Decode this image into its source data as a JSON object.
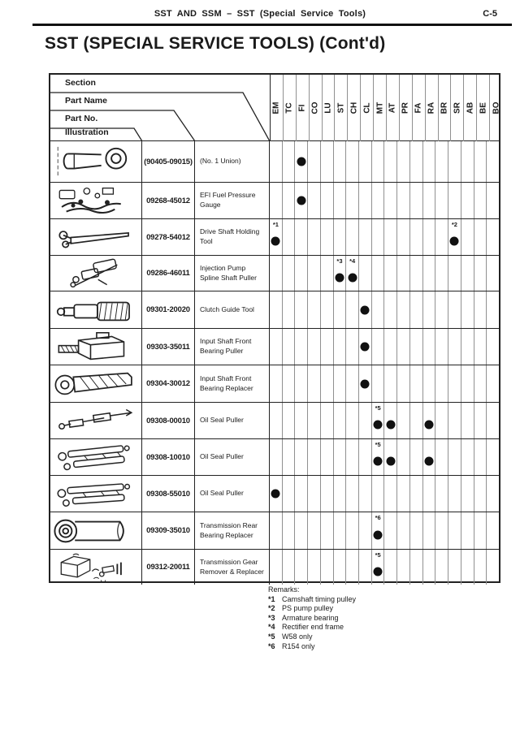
{
  "page_header": {
    "breadcrumb": "SST AND SSM – SST (Special Service Tools)",
    "page_number": "C-5"
  },
  "title": "SST (SPECIAL SERVICE TOOLS) (Cont'd)",
  "table": {
    "corner_labels": [
      "Section",
      "Part Name",
      "Part No.",
      "Illustration"
    ],
    "section_columns": [
      "EM",
      "TC",
      "FI",
      "CO",
      "LU",
      "ST",
      "CH",
      "CL",
      "MT",
      "AT",
      "PR",
      "FA",
      "RA",
      "BR",
      "SR",
      "AB",
      "BE",
      "BO"
    ],
    "rows": [
      {
        "part_no": "(90405-09015)",
        "part_name": "(No. 1 Union)",
        "illustration": "no1-union-drawing",
        "marks": [
          {
            "col": "FI"
          }
        ]
      },
      {
        "part_no": "09268-45012",
        "part_name": "EFI Fuel Pressure Gauge",
        "illustration": "efi-fuel-pressure-gauge-drawing",
        "marks": [
          {
            "col": "FI"
          }
        ]
      },
      {
        "part_no": "09278-54012",
        "part_name": "Drive Shaft Holding Tool",
        "illustration": "drive-shaft-holding-tool-drawing",
        "marks": [
          {
            "col": "EM",
            "note": "*1"
          },
          {
            "col": "SR",
            "note": "*2"
          }
        ]
      },
      {
        "part_no": "09286-46011",
        "part_name": "Injection Pump Spline Shaft Puller",
        "illustration": "injection-pump-spline-shaft-puller-drawing",
        "marks": [
          {
            "col": "ST",
            "note": "*3"
          },
          {
            "col": "CH",
            "note": "*4"
          }
        ]
      },
      {
        "part_no": "09301-20020",
        "part_name": "Clutch Guide Tool",
        "illustration": "clutch-guide-tool-drawing",
        "marks": [
          {
            "col": "CL"
          }
        ]
      },
      {
        "part_no": "09303-35011",
        "part_name": "Input Shaft Front Bearing Puller",
        "illustration": "input-shaft-front-bearing-puller-drawing",
        "marks": [
          {
            "col": "CL"
          }
        ]
      },
      {
        "part_no": "09304-30012",
        "part_name": "Input Shaft Front Bearing Replacer",
        "illustration": "input-shaft-front-bearing-replacer-drawing",
        "marks": [
          {
            "col": "CL"
          }
        ]
      },
      {
        "part_no": "09308-00010",
        "part_name": "Oil Seal Puller",
        "illustration": "oil-seal-puller-rod-drawing",
        "marks": [
          {
            "col": "MT",
            "note": "*5"
          },
          {
            "col": "AT"
          },
          {
            "col": "RA"
          }
        ]
      },
      {
        "part_no": "09308-10010",
        "part_name": "Oil Seal Puller",
        "illustration": "oil-seal-puller-assembly-drawing",
        "marks": [
          {
            "col": "MT",
            "note": "*5"
          },
          {
            "col": "AT"
          },
          {
            "col": "RA"
          }
        ]
      },
      {
        "part_no": "09308-55010",
        "part_name": "Oil Seal Puller",
        "illustration": "oil-seal-puller-assembly2-drawing",
        "marks": [
          {
            "col": "EM"
          }
        ]
      },
      {
        "part_no": "09309-35010",
        "part_name": "Transmission Rear Bearing Replacer",
        "illustration": "transmission-rear-bearing-replacer-drawing",
        "marks": [
          {
            "col": "MT",
            "note": "*6"
          }
        ]
      },
      {
        "part_no": "09312-20011",
        "part_name": "Transmission Gear Remover & Replacer",
        "illustration": "transmission-gear-remover-replacer-drawing",
        "marks": [
          {
            "col": "MT",
            "note": "*5"
          }
        ]
      }
    ]
  },
  "remarks": {
    "title": "Remarks:",
    "items": [
      {
        "mark": "*1",
        "text": "Camshaft timing pulley"
      },
      {
        "mark": "*2",
        "text": "PS pump pulley"
      },
      {
        "mark": "*3",
        "text": "Armature bearing"
      },
      {
        "mark": "*4",
        "text": "Rectifier end frame"
      },
      {
        "mark": "*5",
        "text": "W58 only"
      },
      {
        "mark": "*6",
        "text": "R154 only"
      }
    ]
  }
}
